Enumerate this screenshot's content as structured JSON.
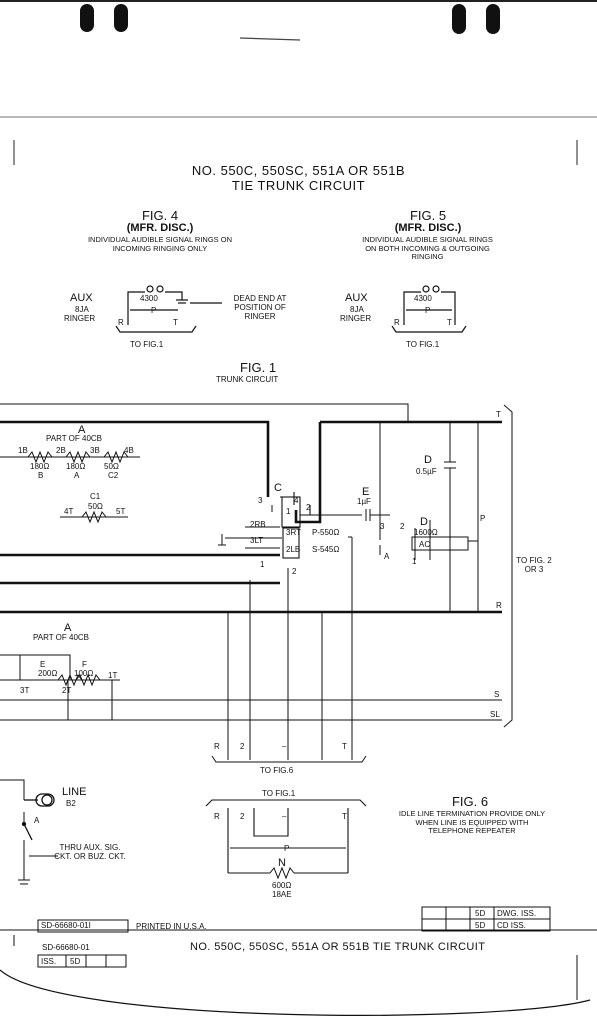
{
  "title": {
    "line1": "NO. 550C, 550SC, 551A OR 551B",
    "line2": "TIE TRUNK CIRCUIT"
  },
  "fig4": {
    "title": "FIG. 4",
    "subtitle": "(MFR. DISC.)",
    "caption": "INDIVIDUAL AUDIBLE SIGNAL RINGS ON INCOMING RINGING ONLY",
    "aux": "AUX",
    "aux_code": "8JA",
    "aux_ringer": "RINGER",
    "ringer_value": "4300",
    "p_label": "P",
    "dead_end": "DEAD END AT POSITION OF RINGER",
    "r_label": "R",
    "t_label": "T",
    "to_fig": "TO FIG.1"
  },
  "fig5": {
    "title": "FIG. 5",
    "subtitle": "(MFR. DISC.)",
    "caption": "INDIVIDUAL AUDIBLE SIGNAL RINGS ON BOTH INCOMING & OUTGOING RINGING",
    "aux": "AUX",
    "aux_code": "8JA",
    "aux_ringer": "RINGER",
    "ringer_value": "4300",
    "p_label": "P",
    "r_label": "R",
    "t_label": "T",
    "to_fig": "TO FIG.1"
  },
  "fig1": {
    "title": "FIG. 1",
    "subtitle": "TRUNK CIRCUIT",
    "resA_letter": "A",
    "resA_part": "PART OF 40CB",
    "res_1b": "1B",
    "res_2b": "2B",
    "res_3b": "3B",
    "res_4b": "4B",
    "res_180b": "180Ω",
    "res_180a": "180Ω",
    "res_50c2": "50Ω",
    "res_b": "B",
    "res_a": "A",
    "res_c2": "C2",
    "c1": "C1",
    "c1_val": "50Ω",
    "c1_4t": "4T",
    "c1_5t": "5T",
    "relay_c": "C",
    "c_3": "3",
    "c_4": "4",
    "c_1": "1",
    "c_2": "2",
    "rb2": "2RB",
    "lt3": "3LT",
    "rt3": "3RT",
    "lb2": "2LB",
    "p550": "P-550Ω",
    "s545": "S-545Ω",
    "b_1": "1",
    "b_2": "2",
    "cap_e": "E",
    "cap_e_val": "1µF",
    "relay_d": "D",
    "d_val": "1600Ω",
    "d_ac": "AC",
    "d_3": "3",
    "d_2": "2",
    "d_a": "A",
    "d_1": "1",
    "cap_d": "D",
    "cap_d_val": "0.5µF",
    "label_t": "T",
    "label_p": "P",
    "label_r": "R",
    "to_fig": "TO FIG. 2 OR 3",
    "resA2_letter": "A",
    "resA2_part": "PART OF 40CB",
    "res_e": "E",
    "res_e_val": "200Ω",
    "res_f": "F",
    "res_f_val": "100Ω",
    "t3": "3T",
    "t2": "2T",
    "t1": "1T",
    "label_s": "S",
    "label_sl": "SL",
    "bot_r": "R",
    "bot_2": "2",
    "bot_dash": "–",
    "bot_t": "T",
    "to_fig6": "TO FIG.6",
    "line_lamp": "LINE",
    "line_b2": "B2",
    "key_a": "A",
    "thru_aux": "THRU AUX. SIG. CKT. OR BUZ. CKT."
  },
  "fig6": {
    "title": "FIG. 6",
    "caption": "IDLE LINE TERMINATION PROVIDE ONLY WHEN LINE IS EQUIPPED WITH TELEPHONE REPEATER",
    "to_fig1": "TO FIG.1",
    "r": "R",
    "two": "2",
    "dash": "–",
    "t": "T",
    "p": "P",
    "n": "N",
    "n_val": "600Ω",
    "n_code": "18AE"
  },
  "footer": {
    "drawing_no_box": "SD-66680-01I",
    "printed": "PRINTED IN U.S.A.",
    "iss_5d_a": "5D",
    "dwg_iss": "DWG. ISS.",
    "iss_5d_b": "5D",
    "cd_iss": "CD ISS.",
    "drawing_no": "SD-66680-01",
    "iss": "ISS.",
    "iss_val": "5D",
    "bottom_title": "NO. 550C, 550SC, 551A OR 551B TIE TRUNK CIRCUIT"
  }
}
